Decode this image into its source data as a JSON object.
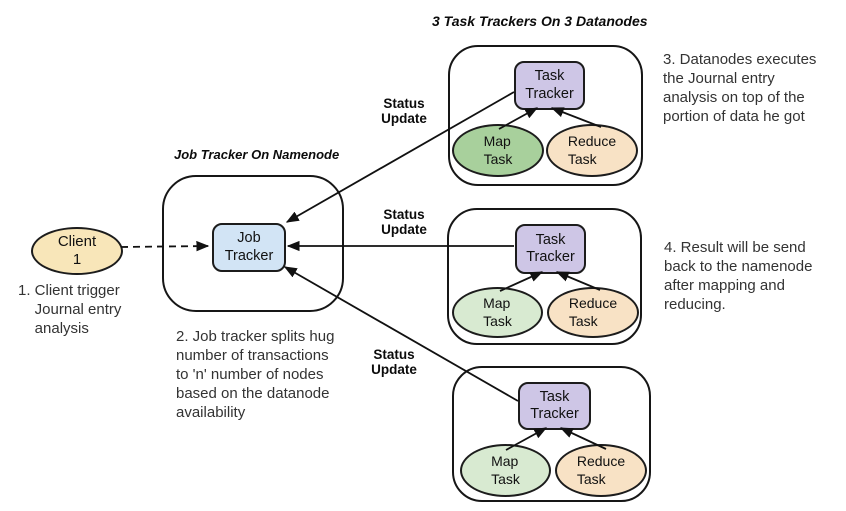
{
  "titles": {
    "datanodes": "3 Task Trackers On 3 Datanodes",
    "namenode": "Job Tracker On Namenode"
  },
  "nodes": {
    "client": "Client\n1",
    "job_tracker": "Job\nTracker",
    "task_tracker": "Task\nTracker",
    "map_task": "Map\nTask",
    "reduce_task": "Reduce\nTask"
  },
  "arrows": {
    "status_update": "Status\nUpdate"
  },
  "notes": {
    "step1": "1. Client trigger\n    Journal entry\n    analysis",
    "step2": "2. Job tracker splits hug\nnumber of transactions\nto 'n' number of nodes\nbased on the datanode\navailability",
    "step3": "3. Datanodes executes\nthe Journal entry\nanalysis on top of the\nportion of data he got",
    "step4": "4. Result will be send\nback to the namenode\nafter mapping and\nreducing."
  },
  "colors": {
    "client_fill": "#F8E6B9",
    "job_tracker_fill": "#D2E4F5",
    "task_tracker_fill": "#CEC6E6",
    "map_task_fill_dark": "#A8D09C",
    "map_task_fill_light": "#D8EAD1",
    "reduce_task_fill": "#F8E2C5",
    "line_stroke": "#111111"
  }
}
